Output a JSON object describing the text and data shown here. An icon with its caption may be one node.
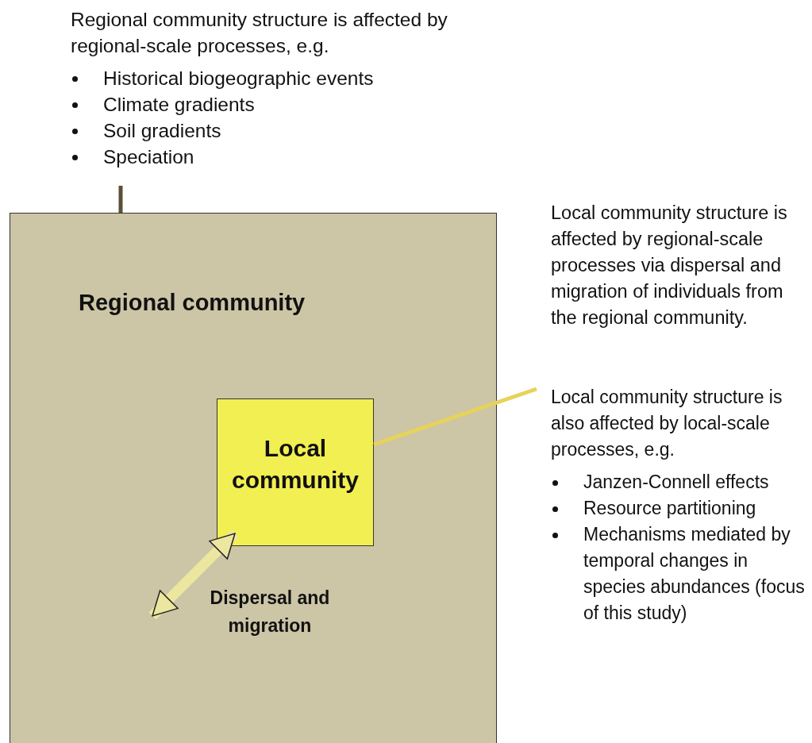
{
  "diagram": {
    "nodes": [
      {
        "text": [
          "Regional community structure is affected by regional-scale processes, e.g.",
          "Historical biogeographic events",
          "Climate gradients",
          "Soil gradients",
          "Speciation"
        ]
      },
      {
        "text": [
          "Regional community"
        ]
      },
      {
        "text": [
          "Local community"
        ],
        "in": 1
      },
      {
        "text": [
          "Local community structure is also affected by local-scale processes, e.g.",
          "Janzen-Connell effects",
          "Resource partitioning",
          "Mechanisms mediated by temporal changes in species abundances (focus of this study)"
        ]
      }
    ],
    "edges": [
      {
        "from": 0,
        "to": 1,
        "arrow": "none",
        "color": "#5b5035"
      },
      {
        "from": 3,
        "to": 2,
        "arrow": "none",
        "color": "#e6d35a"
      },
      {
        "from": 2,
        "to": null,
        "arrow": "both",
        "label": "Dispersal and migration",
        "style": "thick",
        "color": "#ece6a0"
      }
    ],
    "labels": [
      "Local community structure is affected by regional-scale processes via dispersal and migration of individuals from the regional community."
    ]
  }
}
